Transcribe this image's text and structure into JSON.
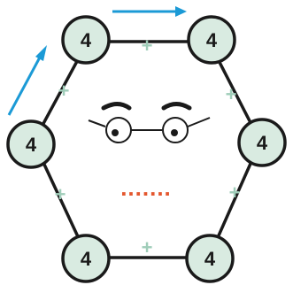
{
  "puzzle": {
    "vertex_values": [
      "4",
      "4",
      "4",
      "4",
      "4",
      "4"
    ],
    "operator_symbol": "+",
    "answer_placeholder": ".......",
    "colors": {
      "line": "#1a1a1a",
      "node_fill": "#d9ebe1",
      "plus": "#9fcdb9",
      "arrow": "#1b9ad6",
      "answer_dots": "#e4572e"
    }
  }
}
